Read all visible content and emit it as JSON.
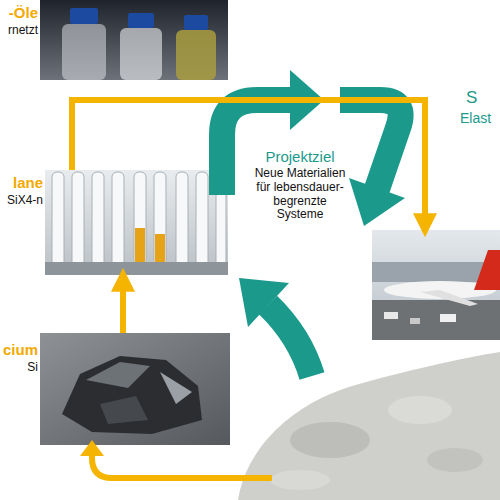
{
  "diagram": {
    "nodes": [
      {
        "text": [
          "-Öle",
          "rnetzt"
        ]
      },
      {
        "text": [
          "lane",
          "SiX4-n"
        ]
      },
      {
        "text": [
          "cium",
          "Si"
        ]
      },
      {
        "text": [
          "S",
          "Elast"
        ]
      }
    ],
    "edges": [
      {
        "from": 2,
        "to": 1,
        "arrow": "to"
      },
      {
        "from": 1,
        "to": 3,
        "arrow": "to"
      }
    ],
    "labels": [
      "Projektziel",
      "Neue Materialien für lebensdauer- begrenzte Systeme"
    ]
  }
}
